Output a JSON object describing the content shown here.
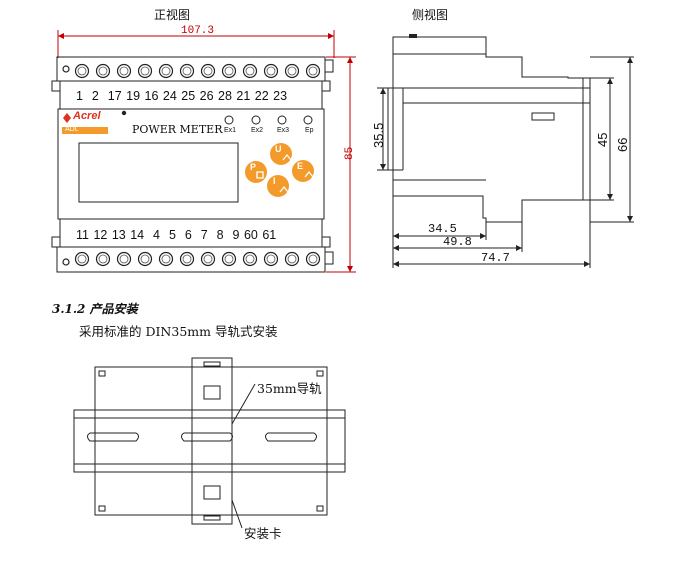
{
  "front_view": {
    "title": "正视图",
    "width_dim": "107.3",
    "height_dim": "85",
    "top_terminals": "1  2  17 19 16 24 25 26 28 21 22 23",
    "bottom_terminals": "11 12 13 14  4  5  6  7  8  9 60 61",
    "brand_logo": "Acrel",
    "model_badge": "ADL",
    "product_name": "POWER METER",
    "leds": [
      "Ex1",
      "Ex2",
      "Ex3",
      "Ep"
    ],
    "buttons": [
      "P",
      "U",
      "E",
      "I"
    ],
    "colors": {
      "button": "#f39a2b",
      "brand": "#e0301e",
      "dimension_line": "#c00000"
    }
  },
  "side_view": {
    "title": "侧视图",
    "dims": {
      "rail_height": "35.5",
      "d45": "45",
      "d66": "66",
      "d34_5": "34.5",
      "d49_8": "49.8",
      "d74_7": "74.7"
    }
  },
  "section": {
    "number": "3.1.2",
    "heading": "产品安装",
    "text": "采用标准的 DIN35mm 导轨式安装"
  },
  "install_diagram": {
    "rail_label": "35mm导轨",
    "clip_label": "安装卡"
  }
}
